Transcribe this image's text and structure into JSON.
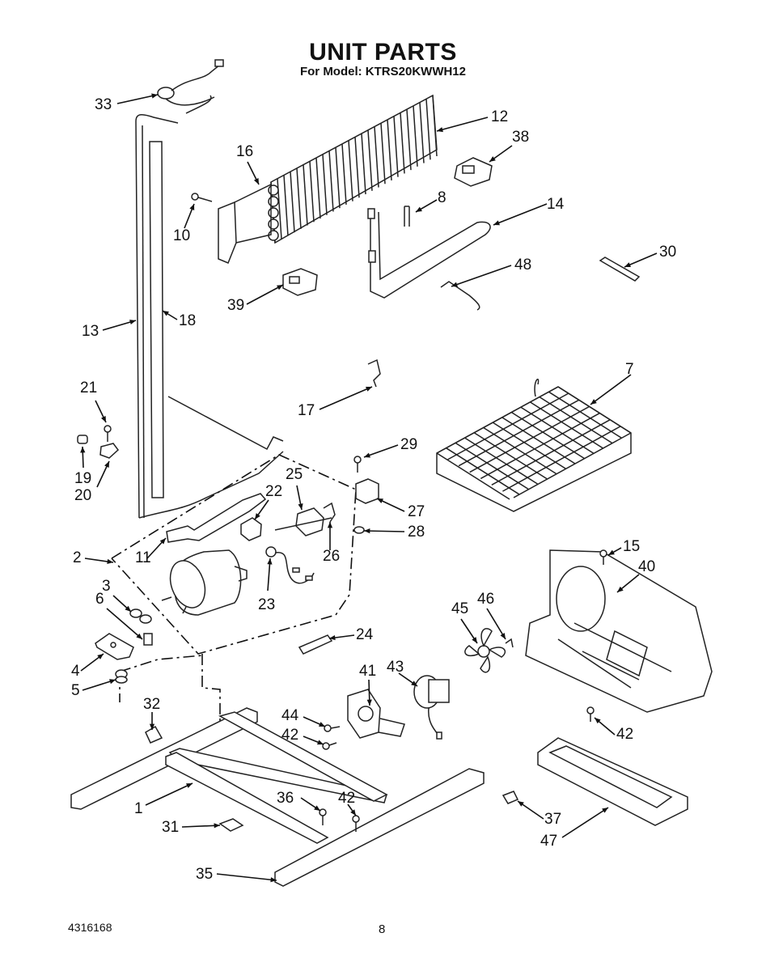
{
  "header": {
    "title": "UNIT PARTS",
    "subtitle": "For Model: KTRS20KWWH12"
  },
  "footer": {
    "doc_number": "4316168",
    "page_number": "8"
  },
  "callouts": {
    "c33": "33",
    "c12": "12",
    "c38": "38",
    "c16": "16",
    "c8": "8",
    "c14": "14",
    "c10": "10",
    "c30": "30",
    "c48": "48",
    "c39": "39",
    "c18": "18",
    "c13": "13",
    "c17": "17",
    "c7": "7",
    "c21": "21",
    "c19": "19",
    "c20": "20",
    "c29": "29",
    "c25": "25",
    "c22": "22",
    "c27": "27",
    "c28": "28",
    "c26": "26",
    "c11": "11",
    "c2": "2",
    "c23": "23",
    "c15": "15",
    "c40": "40",
    "c3": "3",
    "c6": "6",
    "c46": "46",
    "c45": "45",
    "c24": "24",
    "c43": "43",
    "c41": "41",
    "c4": "4",
    "c5": "5",
    "c32": "32",
    "c44": "44",
    "c42a": "42",
    "c42b": "42",
    "c42c": "42",
    "c1": "1",
    "c36": "36",
    "c37": "37",
    "c47": "47",
    "c31": "31",
    "c35": "35"
  },
  "icons": {
    "condenser": "condenser-coil-icon",
    "evaporator": "evaporator-coil-icon",
    "compressor": "compressor-icon",
    "fan_blade": "fan-blade-icon",
    "fan_motor": "fan-motor-icon",
    "drain_pan": "drain-pan-icon"
  }
}
